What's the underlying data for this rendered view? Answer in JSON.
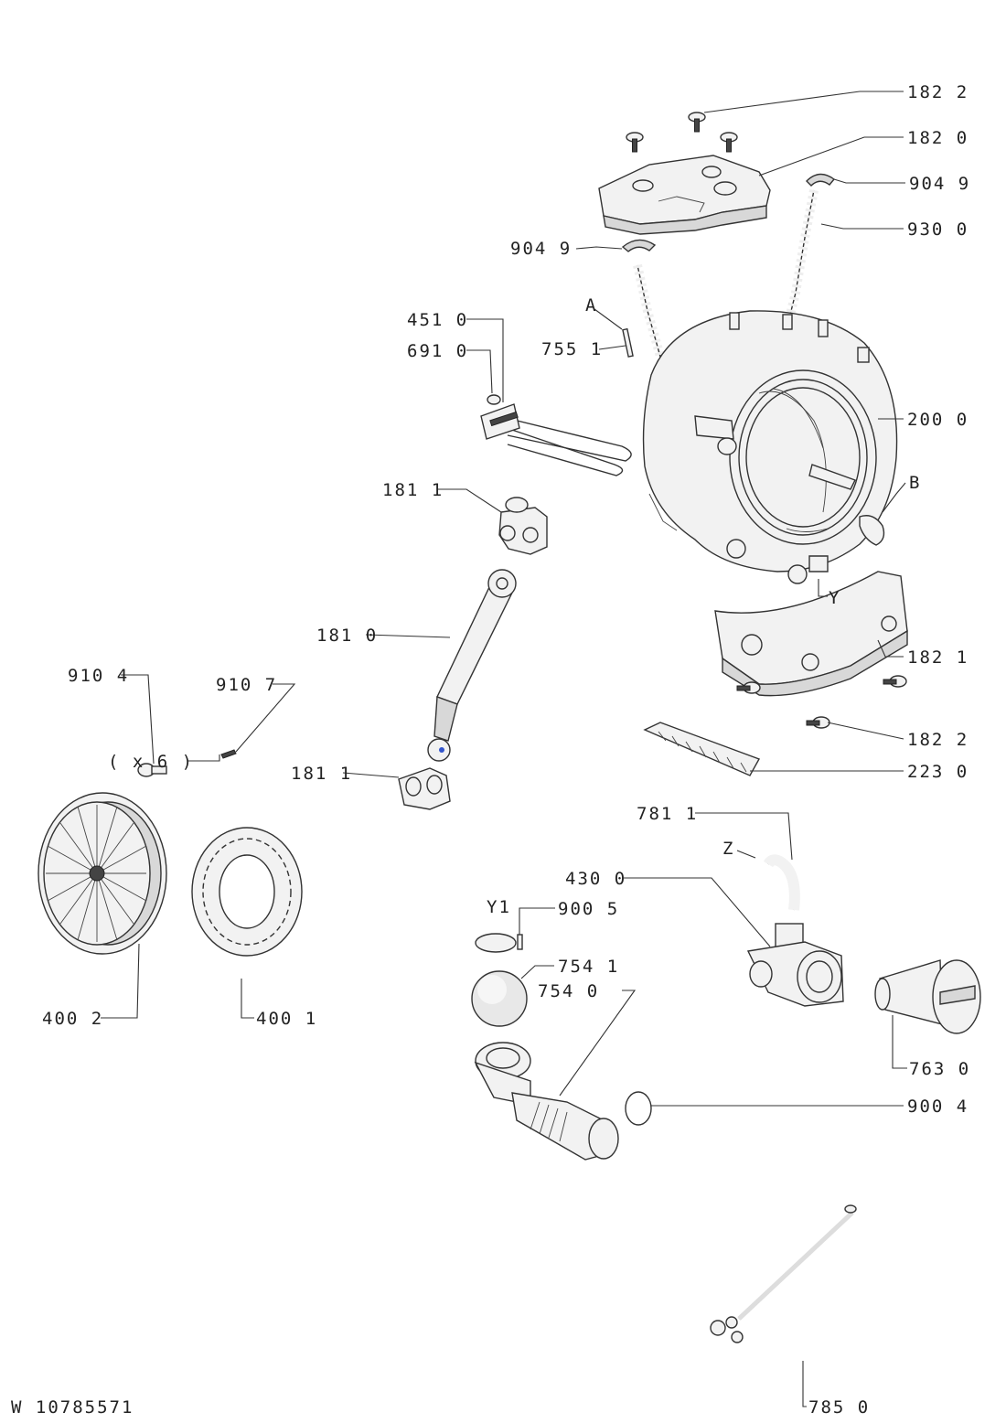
{
  "labels": {
    "l_1822_top": "182 2",
    "l_1820": "182 0",
    "l_9049_r": "904 9",
    "l_9300": "930 0",
    "l_9049_l": "904 9",
    "l_A": "A",
    "l_4510": "451 0",
    "l_6910": "691 0",
    "l_7551": "755 1",
    "l_2000": "200 0",
    "l_B": "B",
    "l_1811_top": "181 1",
    "l_Y_tub": "Y",
    "l_1810": "181 0",
    "l_1821": "182 1",
    "l_9104": "910 4",
    "l_9107": "910 7",
    "l_x6": "( x 6 )",
    "l_1822_bot": "182 2",
    "l_2230": "223 0",
    "l_1811_bot": "181 1",
    "l_7811": "781 1",
    "l_Z": "Z",
    "l_4300": "430 0",
    "l_Y1": "Y1",
    "l_9005": "900 5",
    "l_7541": "754 1",
    "l_7540": "754 0",
    "l_4002": "400 2",
    "l_4001": "400 1",
    "l_7630": "763 0",
    "l_9004": "900 4",
    "l_7850": "785 0"
  },
  "doc_code": "W 10785571"
}
